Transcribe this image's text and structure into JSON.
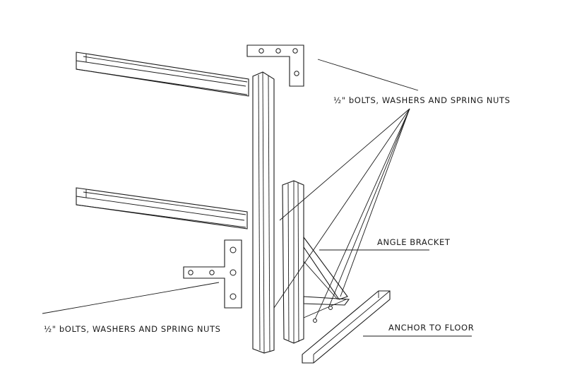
{
  "labels": {
    "bolts_top": "½\" bOLTS, WASHERS AND SPRING NUTS",
    "angle_bracket": "ANGLE BRACKET",
    "bolts_bottom": "½\" bOLTS, WASHERS AND SPRING NUTS",
    "anchor": "ANCHOR TO FLOOR"
  }
}
